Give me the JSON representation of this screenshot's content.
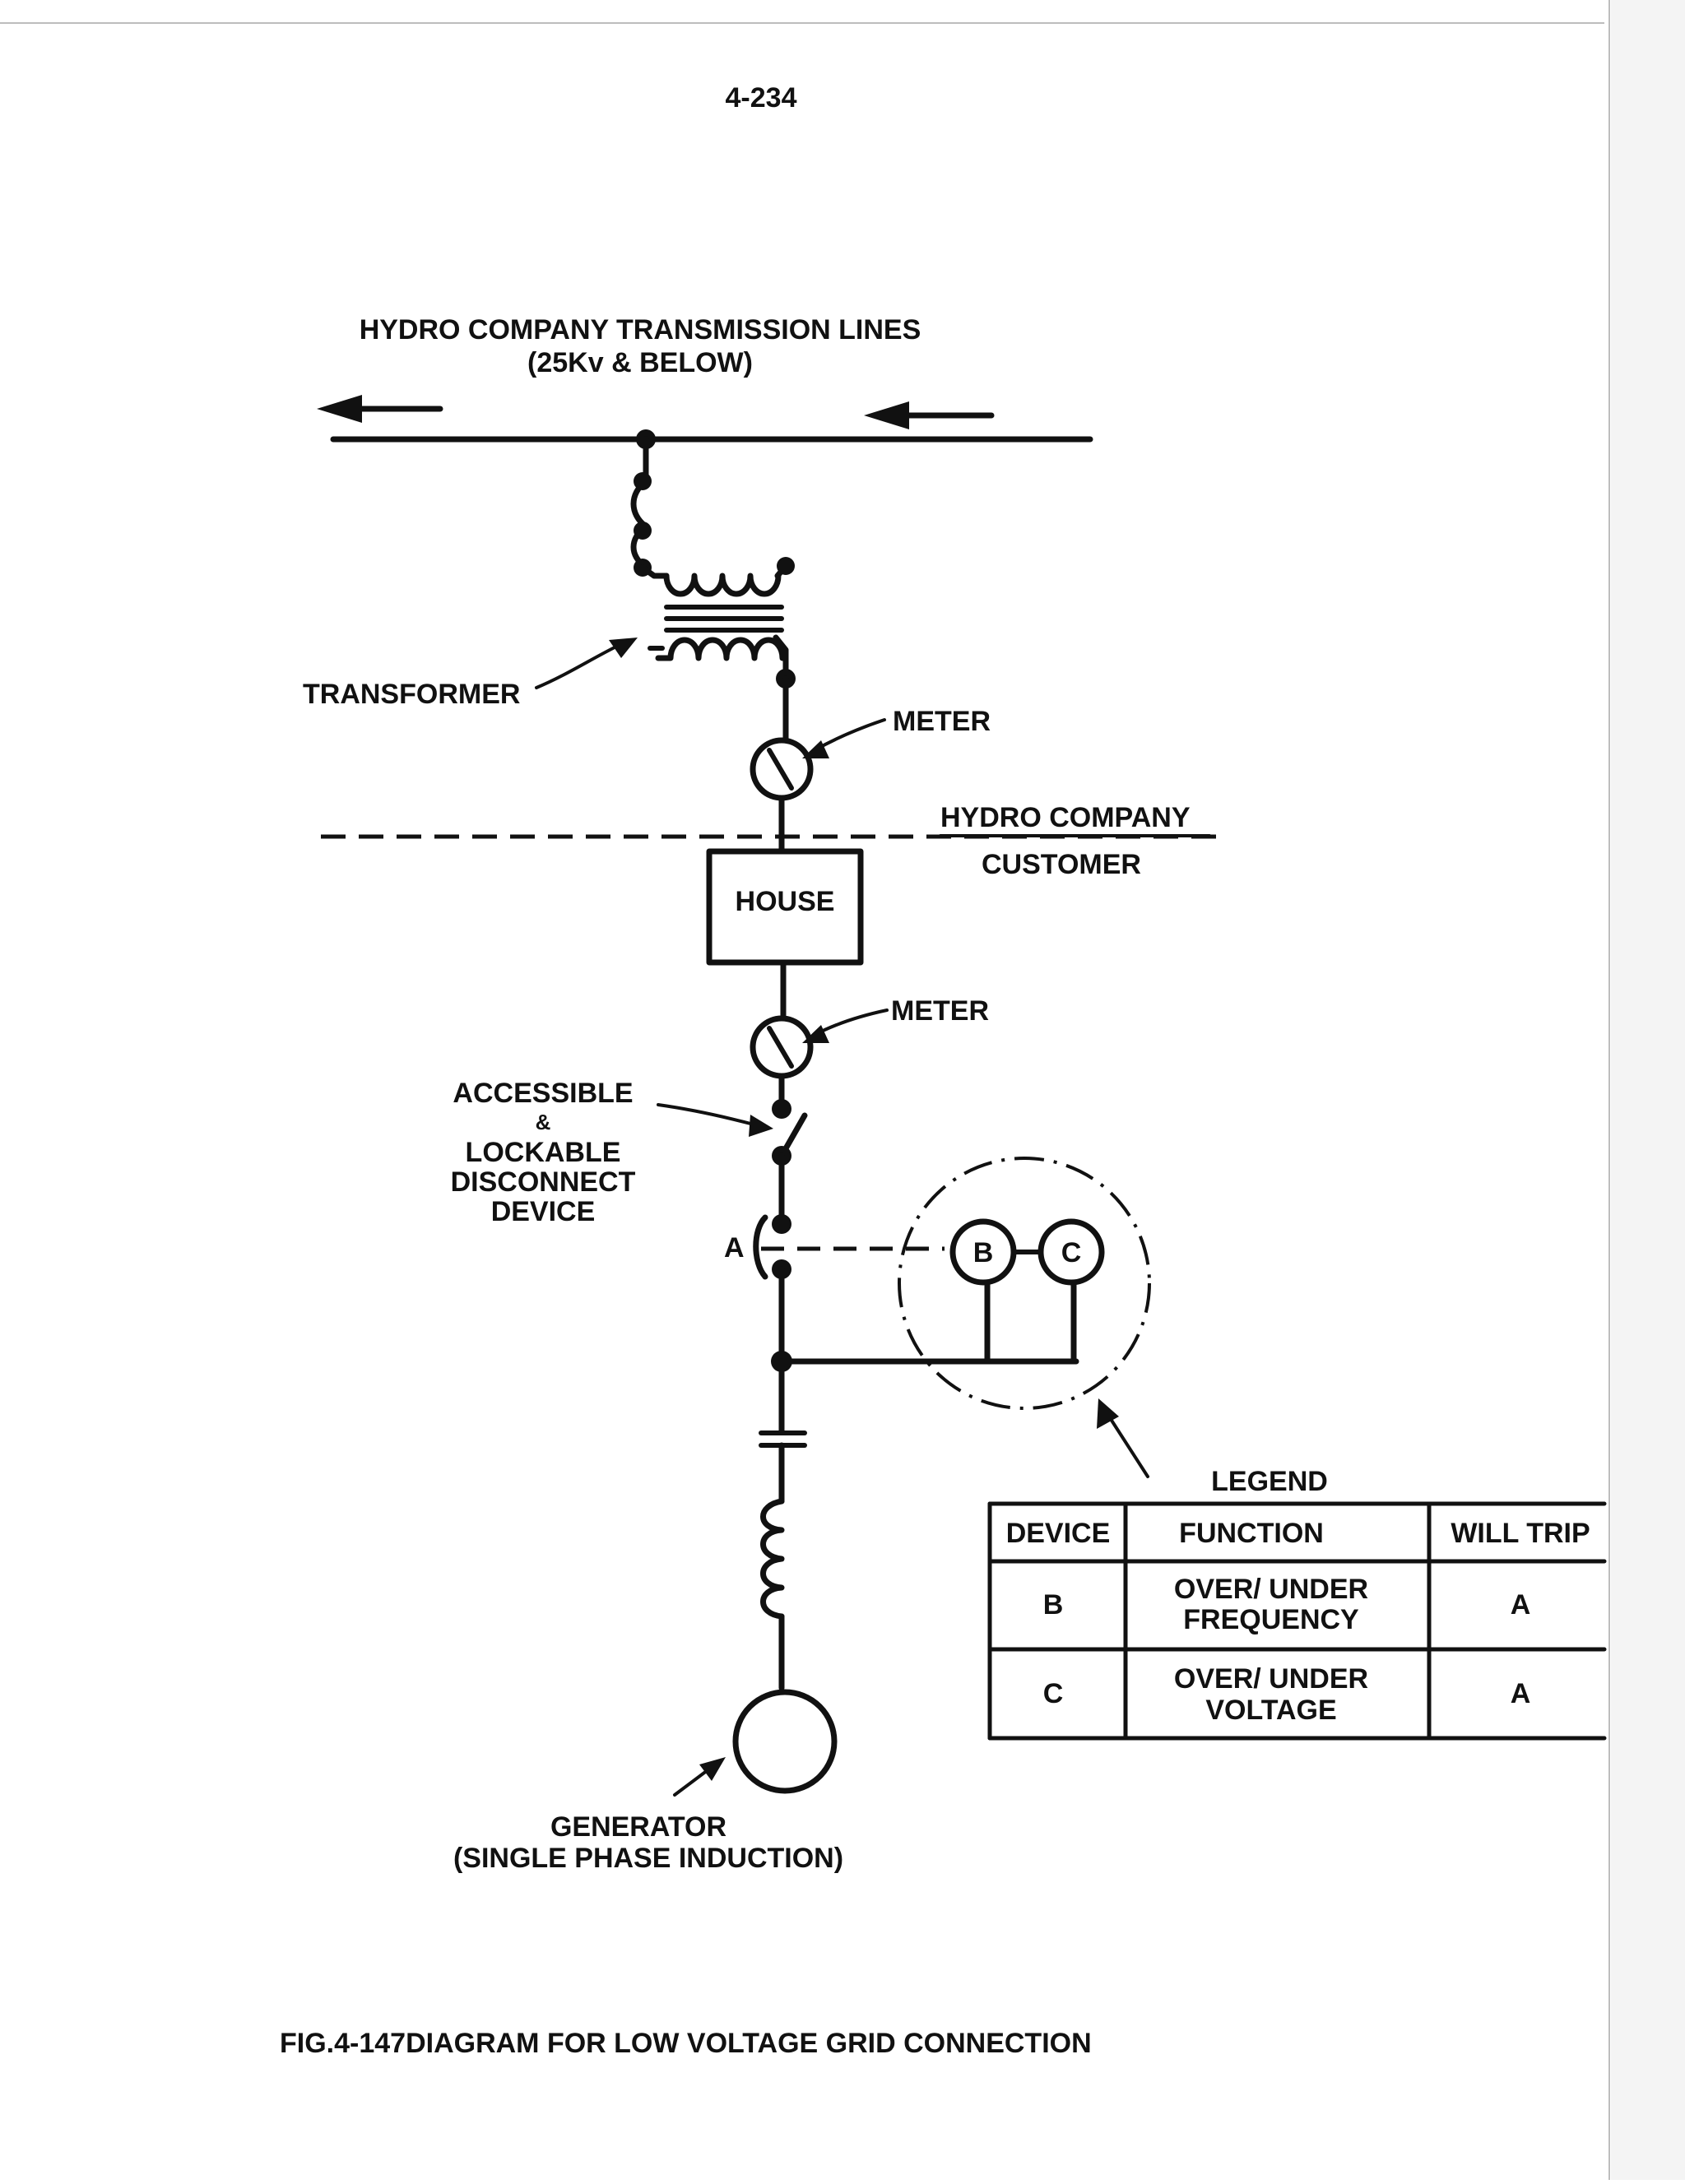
{
  "page_number": "4-234",
  "transmission_lines": {
    "title": "HYDRO COMPANY TRANSMISSION LINES",
    "subtitle": "(25Kv & BELOW)"
  },
  "labels": {
    "transformer": "TRANSFORMER",
    "meter_top": "METER",
    "meter_bottom": "METER",
    "boundary_utility": "HYDRO COMPANY",
    "boundary_customer": "CUSTOMER",
    "house": "HOUSE",
    "disconnect": [
      "ACCESSIBLE",
      "&",
      "LOCKABLE",
      "DISCONNECT",
      "DEVICE"
    ],
    "breaker_a": "A",
    "relay_b": "B",
    "relay_c": "C",
    "generator": "GENERATOR",
    "generator_type": "(SINGLE PHASE INDUCTION)"
  },
  "legend": {
    "title": "LEGEND",
    "headers": [
      "DEVICE",
      "FUNCTION",
      "WILL TRIP"
    ],
    "rows": [
      {
        "device": "B",
        "function_line1": "OVER/ UNDER",
        "function_line2": "FREQUENCY",
        "will_trip": "A"
      },
      {
        "device": "C",
        "function_line1": "OVER/ UNDER",
        "function_line2": "VOLTAGE",
        "will_trip": "A"
      }
    ]
  },
  "caption": "FIG.4-147DIAGRAM FOR LOW VOLTAGE GRID CONNECTION"
}
